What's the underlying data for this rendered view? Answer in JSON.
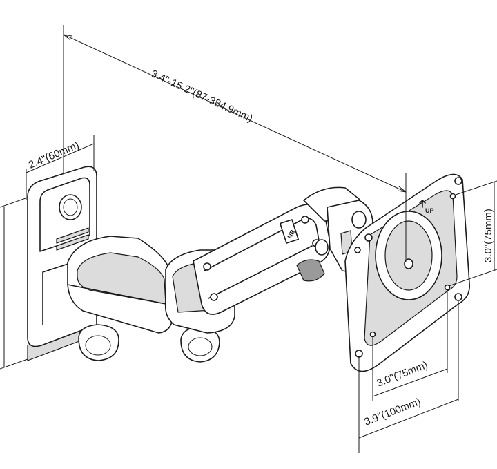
{
  "dimensions": {
    "arm_extension": "3.4\"-15.2\"(87-384.9mm)",
    "wall_plate_width": "2.4\"(60mm)",
    "vesa_vertical": "3.0\"(75mm)",
    "vesa_small_horizontal": "3.0\"(75mm)",
    "vesa_large_horizontal": "3.9\"(100mm)"
  },
  "markings": {
    "up_label": "UP",
    "logo_text": "NB"
  }
}
